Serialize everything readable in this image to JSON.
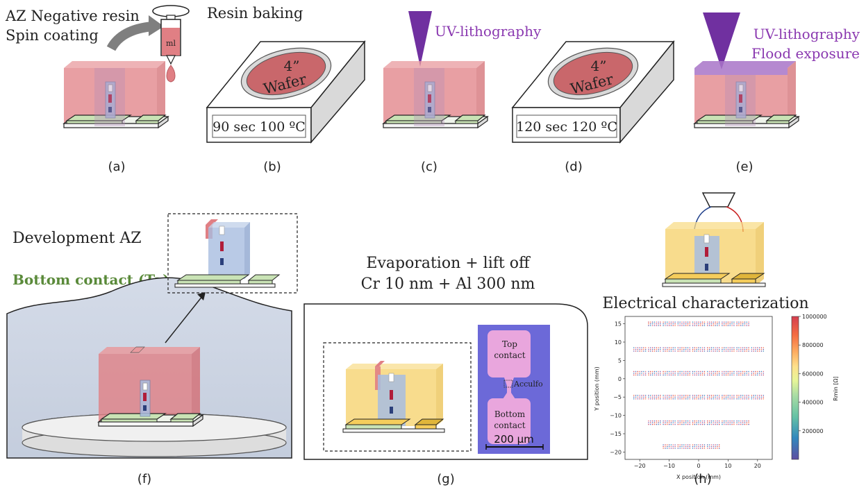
{
  "panels": {
    "a": {
      "letter": "(a)",
      "title_line1": "AZ Negative resin",
      "title_line2": "Spin coating",
      "syringe_label": "ml"
    },
    "b": {
      "letter": "(b)",
      "title": "Resin baking",
      "wafer_size": "4”",
      "wafer_word": "Wafer",
      "bake_condition": "90 sec 100 ºC"
    },
    "c": {
      "letter": "(c)",
      "title": "UV-lithography"
    },
    "d": {
      "letter": "(d)",
      "wafer_size": "4”",
      "wafer_word": "Wafer",
      "bake_condition": "120 sec 120 ºC"
    },
    "e": {
      "letter": "(e)",
      "title_line1": "UV-lithography",
      "title_line2": "Flood exposure"
    },
    "f": {
      "letter": "(f)",
      "title": "Development AZ",
      "subtitle": "Bottom contact (Ta)"
    },
    "g": {
      "letter": "(g)",
      "title_line1": "Evaporation + lift off",
      "title_line2": "Cr 10 nm + Al 300 nm",
      "micrograph": {
        "top_label_line1": "Top",
        "top_label_line2": "contact",
        "mid_label": "Acculfo",
        "bottom_label_line1": "Bottom",
        "bottom_label_line2": "contact",
        "scale_bar": "200 µm"
      }
    },
    "h": {
      "letter": "(h)",
      "title": "Electrical characterization"
    }
  },
  "colors": {
    "resin": "#e07f84",
    "resin_edge": "#b85a60",
    "metal_gold": "#f5cd5c",
    "substrate_green": "#c9e3b5",
    "pillar_blue": "#a8bde0",
    "uv_purple": "#7030a0",
    "uv_text": "#8a38b0",
    "bottom_contact_text": "#5a8a3a",
    "bath": "#d6dce8",
    "wafer": "#c9676b",
    "micrograph_bg": "#6c69d8",
    "micrograph_pad": "#e9a6dd"
  },
  "chart_data": {
    "type": "scatter",
    "xlabel": "X position (mm)",
    "ylabel": "Y position (mm)",
    "xlim": [
      -25,
      25
    ],
    "ylim": [
      -22,
      17
    ],
    "xticks": [
      -20,
      -10,
      0,
      10,
      20
    ],
    "yticks": [
      -20,
      -15,
      -10,
      -5,
      0,
      5,
      10,
      15
    ],
    "colorbar": {
      "label": "Rmin [Ω]",
      "range": [
        0,
        1000000
      ],
      "ticks": [
        200000,
        400000,
        600000,
        800000,
        1000000
      ],
      "colormap": "spectral"
    },
    "rows": [
      {
        "y": 15,
        "x": [
          -15,
          -10,
          -5,
          0,
          5,
          10,
          15
        ]
      },
      {
        "y": 8,
        "x": [
          -20,
          -15,
          -10,
          -5,
          0,
          5,
          10,
          15,
          20
        ]
      },
      {
        "y": 1.5,
        "x": [
          -20,
          -15,
          -10,
          -5,
          0,
          5,
          10,
          15,
          20
        ]
      },
      {
        "y": -5,
        "x": [
          -20,
          -15,
          -10,
          -5,
          0,
          5,
          10,
          15,
          20
        ]
      },
      {
        "y": -12,
        "x": [
          -15,
          -10,
          -5,
          0,
          5,
          10,
          15
        ]
      },
      {
        "y": -18.5,
        "x": [
          -10,
          -5,
          0,
          5
        ]
      }
    ]
  }
}
